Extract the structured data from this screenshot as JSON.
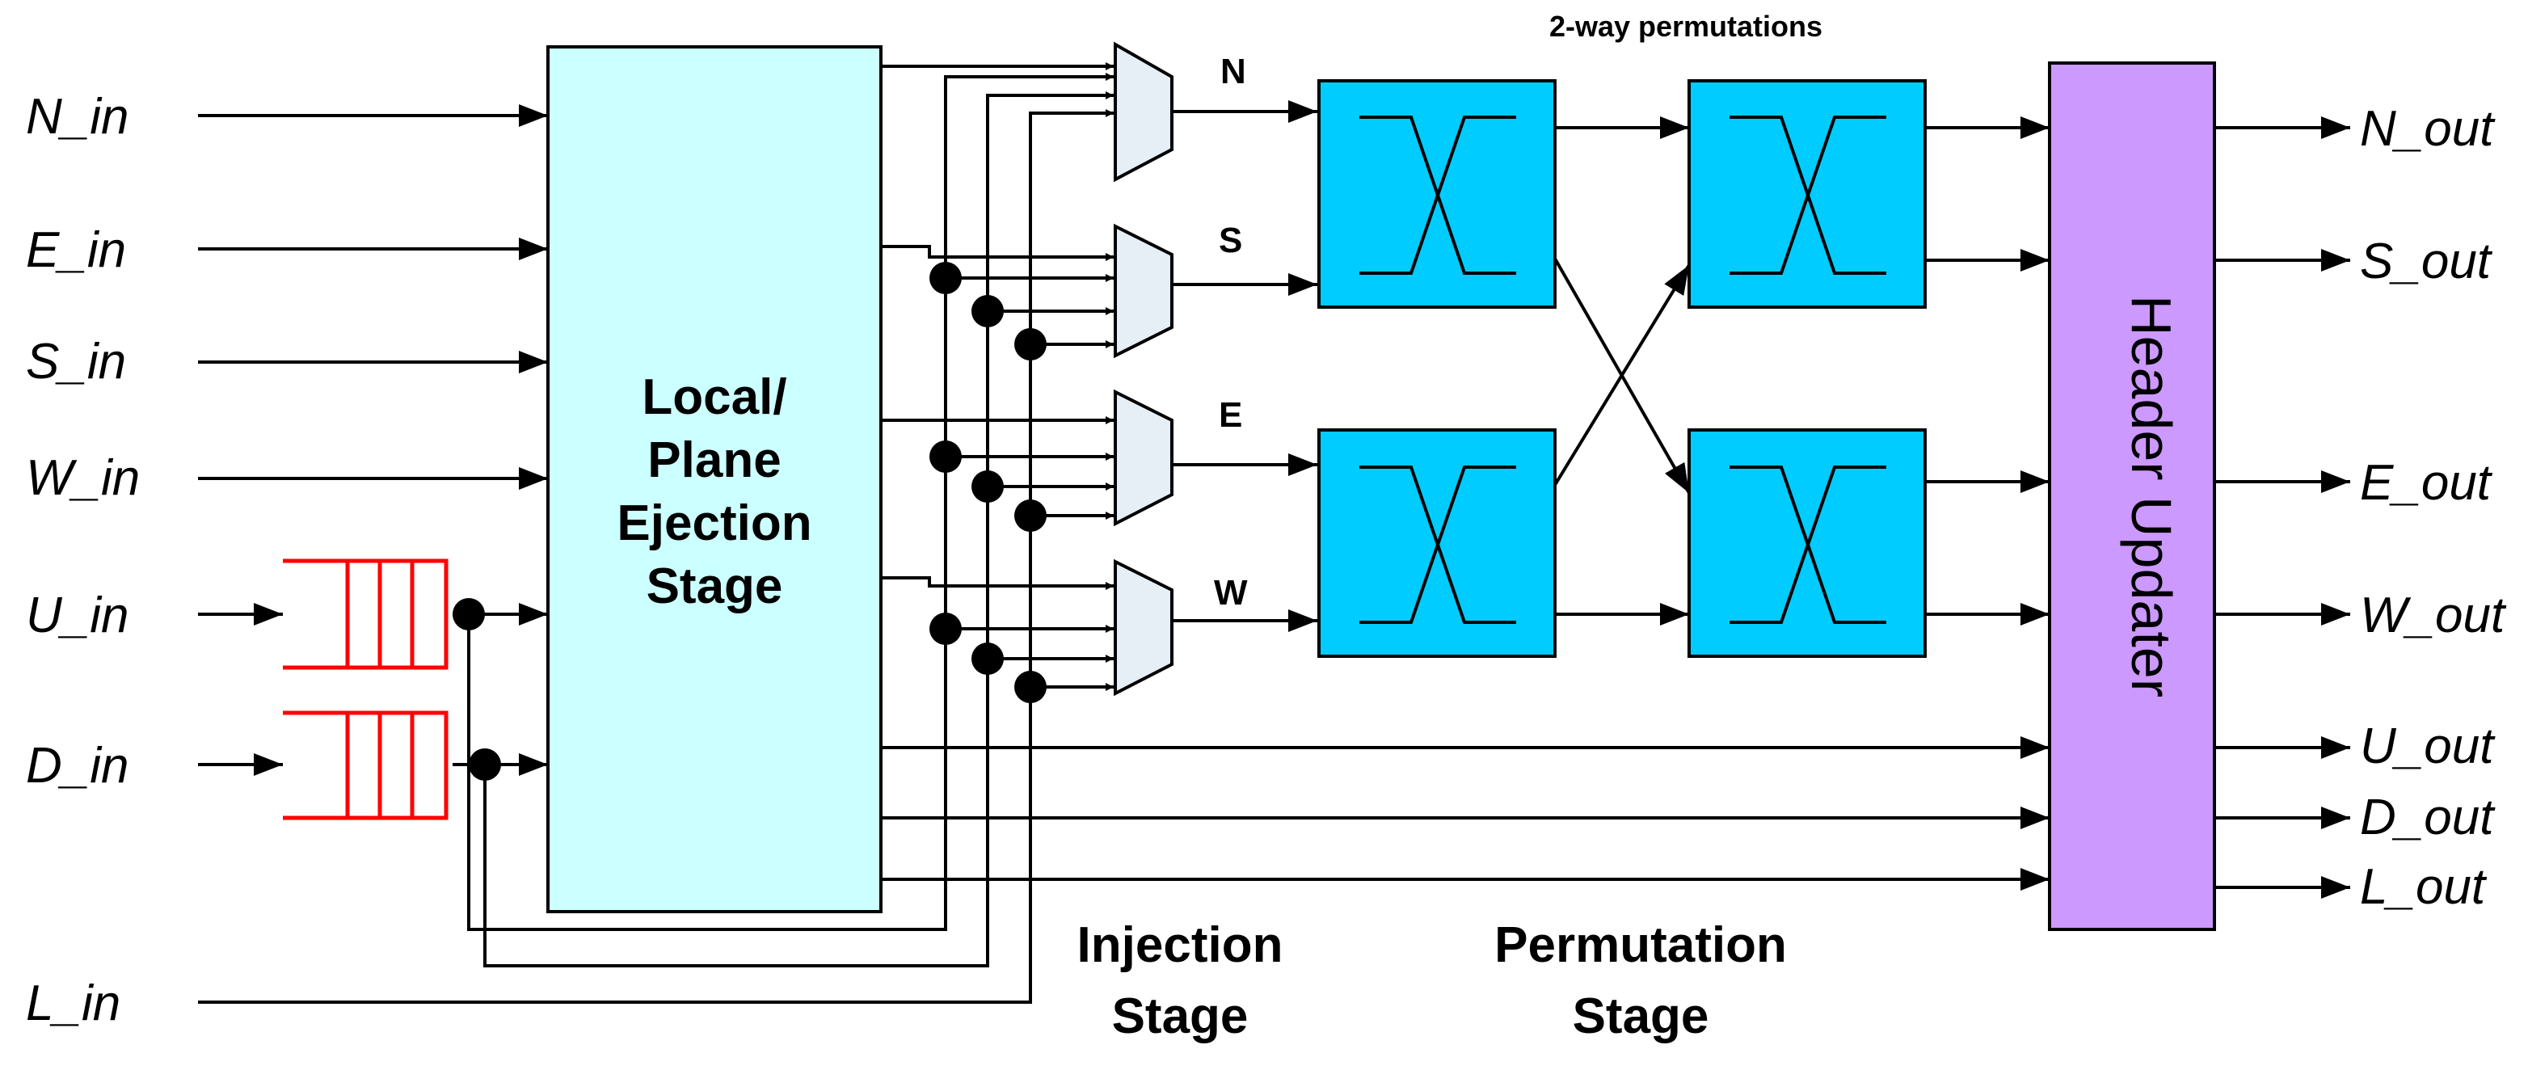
{
  "inputs": [
    "N_in",
    "E_in",
    "S_in",
    "W_in",
    "U_in",
    "D_in",
    "L_in"
  ],
  "outputs": [
    "N_out",
    "S_out",
    "E_out",
    "W_out",
    "U_out",
    "D_out",
    "L_out"
  ],
  "ejection_block": {
    "lines": [
      "Local/",
      "Plane",
      "Ejection",
      "Stage"
    ]
  },
  "mux_labels": [
    "N",
    "S",
    "E",
    "W"
  ],
  "header_updater": "Header Updater",
  "permutation_title": "2-way permutations",
  "stage_labels": {
    "injection": [
      "Injection",
      "Stage"
    ],
    "permutation": [
      "Permutation",
      "Stage"
    ]
  },
  "colors": {
    "ejection_fill": "#ccffff",
    "switch_fill": "#00ccff",
    "header_fill": "#cc99ff",
    "buffer": "#ff0000",
    "mux_fill": "#e6eef6"
  }
}
